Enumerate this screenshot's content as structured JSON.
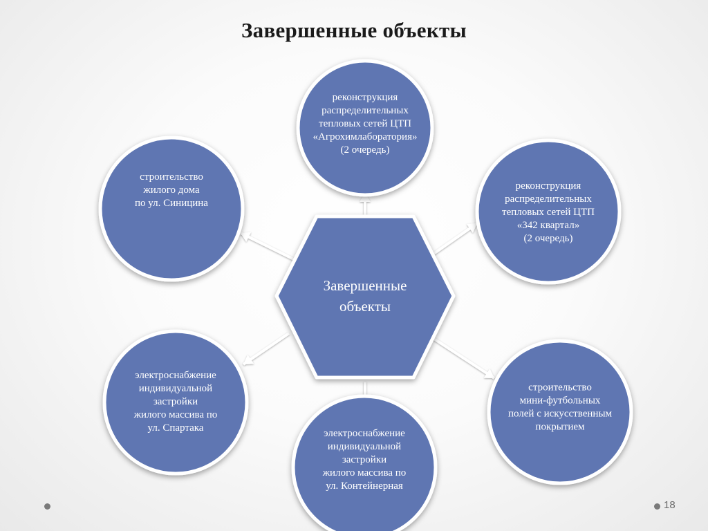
{
  "slide": {
    "title": "Завершенные объекты",
    "page_number": "18"
  },
  "colors": {
    "node_fill": "#5e76b2",
    "node_border": "#ffffff",
    "arrow": "#ffffff",
    "title_text": "#1a1a1a"
  },
  "diagram": {
    "center": {
      "shape": "hexagon",
      "lines": [
        "Завершенные",
        "объекты"
      ]
    },
    "nodes": [
      {
        "id": "top",
        "lines": [
          "реконструкция",
          "распределительных",
          "тепловых сетей ЦТП",
          "«Агрохимлаборатория»",
          "(2 очередь)"
        ]
      },
      {
        "id": "upper-right",
        "lines": [
          "реконструкция",
          "распределительных",
          "тепловых сетей ЦТП",
          "«342 квартал»",
          "(2 очередь)"
        ]
      },
      {
        "id": "lower-right",
        "lines": [
          "строительство",
          "мини-футбольных",
          "полей с искусственным",
          "покрытием"
        ]
      },
      {
        "id": "bottom",
        "lines": [
          "электроснабжение",
          "индивидуальной",
          "застройки",
          "жилого массива по",
          "ул. Контейнерная"
        ]
      },
      {
        "id": "lower-left",
        "lines": [
          "электроснабжение",
          "индивидуальной",
          "застройки",
          "жилого массива по",
          "ул. Спартака"
        ]
      },
      {
        "id": "upper-left",
        "lines": [
          "строительство",
          "жилого дома",
          "по ул. Синицина"
        ]
      }
    ]
  }
}
